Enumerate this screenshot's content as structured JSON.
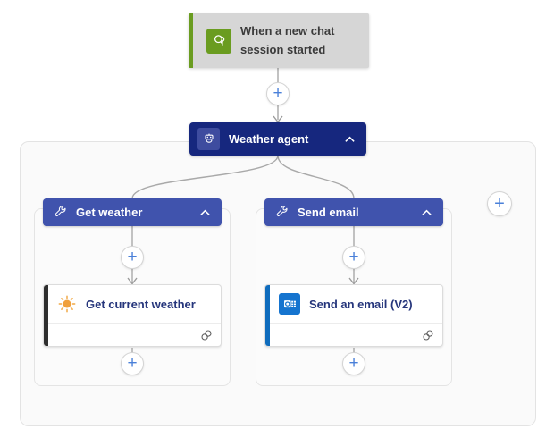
{
  "colors": {
    "trigger_bg": "#d6d6d6",
    "trigger_green": "#6a9c20",
    "agent_node_bg": "#16277e",
    "branch_header_bg": "#4053ad",
    "card_title": "#25357b",
    "weather_accent": "#2e2e2e",
    "email_accent": "#0f6cbd",
    "outlook_blue": "#1574cf",
    "sun_orange": "#f0a03c",
    "connector_gray": "#a9a9a9",
    "plus_blue": "#4a80d9"
  },
  "trigger": {
    "label": "When a new chat session started",
    "icon": "chat-bubbles-icon"
  },
  "agent": {
    "label": "Weather agent",
    "icon": "bot-icon",
    "collapse_icon": "chevron-up-icon"
  },
  "branches": [
    {
      "header": {
        "label": "Get weather",
        "icon": "wrench-icon",
        "collapse_icon": "chevron-up-icon"
      },
      "action": {
        "label": "Get current weather",
        "icon": "sun-icon",
        "status_icon": "link-icon"
      }
    },
    {
      "header": {
        "label": "Send email",
        "icon": "wrench-icon",
        "collapse_icon": "chevron-up-icon"
      },
      "action": {
        "label": "Send an email (V2)",
        "icon": "outlook-icon",
        "status_icon": "link-icon"
      }
    }
  ],
  "glyphs": {
    "plus": "+"
  }
}
